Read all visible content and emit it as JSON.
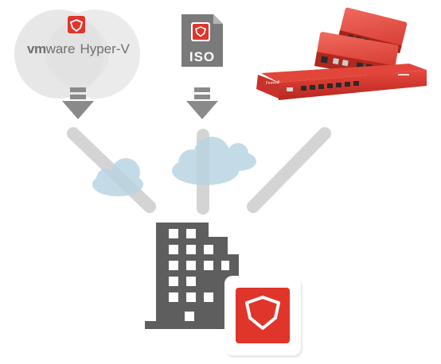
{
  "sources": {
    "vmware_label": "vm",
    "vmware_label_suffix": "ware",
    "hyperv_label": "Hyper-V",
    "iso_label": "ISO"
  },
  "colors": {
    "brand_red": "#e0352b",
    "gray_arrow": "#8a8a8a",
    "gray_building": "#5e5e5e",
    "light_circle": "#e4e4e4",
    "cloud": "#b9d5e2",
    "beam": "#d4d4d4"
  }
}
